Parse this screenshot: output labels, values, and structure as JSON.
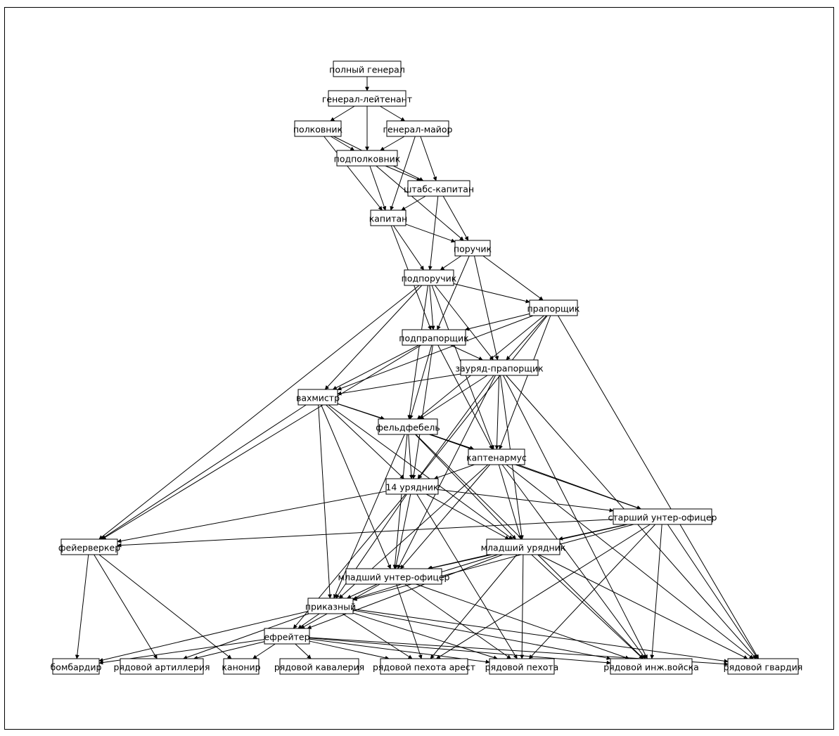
{
  "nodes": [
    {
      "id": "n1",
      "label": "полный генерал"
    },
    {
      "id": "n2",
      "label": "генерал-лейтенант"
    },
    {
      "id": "n3",
      "label": "полковник"
    },
    {
      "id": "n4",
      "label": "генерал-майор"
    },
    {
      "id": "n5",
      "label": "подполковник"
    },
    {
      "id": "n6",
      "label": "штабс-капитан"
    },
    {
      "id": "n7",
      "label": "капитан"
    },
    {
      "id": "n8",
      "label": "поручик"
    },
    {
      "id": "n9",
      "label": "подпоручик"
    },
    {
      "id": "n10",
      "label": "прапорщик"
    },
    {
      "id": "n11",
      "label": "подпрапорщик"
    },
    {
      "id": "n12",
      "label": "зауряд-прапорщик"
    },
    {
      "id": "n13",
      "label": "вахмистр"
    },
    {
      "id": "n14",
      "label": "фельдфебель"
    },
    {
      "id": "n15",
      "label": "каптенармус"
    },
    {
      "id": "n16",
      "label": "14 урядник"
    },
    {
      "id": "n17",
      "label": "старший унтер-офицер"
    },
    {
      "id": "n18",
      "label": "фейерверкер"
    },
    {
      "id": "n19",
      "label": "младший урядник"
    },
    {
      "id": "n20",
      "label": "младший унтер-офицер"
    },
    {
      "id": "n21",
      "label": "приказный"
    },
    {
      "id": "n22",
      "label": "ефрейтер"
    },
    {
      "id": "n23",
      "label": "бомбардир"
    },
    {
      "id": "n24",
      "label": "рядовой артиллерия"
    },
    {
      "id": "n25",
      "label": "канонир"
    },
    {
      "id": "n26",
      "label": "рядовой кавалерия"
    },
    {
      "id": "n27",
      "label": "рядовой пехота арест"
    },
    {
      "id": "n28",
      "label": "рядовой пехота"
    },
    {
      "id": "n29",
      "label": "рядовой инж.войска"
    },
    {
      "id": "n30",
      "label": "рядовой гвардия"
    }
  ],
  "edges": [
    [
      "n1",
      "n2"
    ],
    [
      "n2",
      "n3"
    ],
    [
      "n2",
      "n4"
    ],
    [
      "n2",
      "n5"
    ],
    [
      "n3",
      "n5"
    ],
    [
      "n3",
      "n6"
    ],
    [
      "n3",
      "n7"
    ],
    [
      "n4",
      "n5"
    ],
    [
      "n4",
      "n6"
    ],
    [
      "n4",
      "n7"
    ],
    [
      "n5",
      "n6"
    ],
    [
      "n5",
      "n7"
    ],
    [
      "n5",
      "n8"
    ],
    [
      "n6",
      "n7"
    ],
    [
      "n6",
      "n8"
    ],
    [
      "n6",
      "n9"
    ],
    [
      "n7",
      "n8"
    ],
    [
      "n7",
      "n9"
    ],
    [
      "n7",
      "n11"
    ],
    [
      "n8",
      "n9"
    ],
    [
      "n8",
      "n10"
    ],
    [
      "n8",
      "n11"
    ],
    [
      "n8",
      "n12"
    ],
    [
      "n9",
      "n10"
    ],
    [
      "n9",
      "n11"
    ],
    [
      "n9",
      "n12"
    ],
    [
      "n9",
      "n13"
    ],
    [
      "n9",
      "n14"
    ],
    [
      "n9",
      "n15"
    ],
    [
      "n9",
      "n18"
    ],
    [
      "n10",
      "n11"
    ],
    [
      "n10",
      "n12"
    ],
    [
      "n10",
      "n13"
    ],
    [
      "n10",
      "n14"
    ],
    [
      "n10",
      "n15"
    ],
    [
      "n10",
      "n16"
    ],
    [
      "n10",
      "n30"
    ],
    [
      "n11",
      "n12"
    ],
    [
      "n11",
      "n13"
    ],
    [
      "n11",
      "n14"
    ],
    [
      "n11",
      "n15"
    ],
    [
      "n11",
      "n16"
    ],
    [
      "n11",
      "n18"
    ],
    [
      "n12",
      "n13"
    ],
    [
      "n12",
      "n14"
    ],
    [
      "n12",
      "n15"
    ],
    [
      "n12",
      "n16"
    ],
    [
      "n12",
      "n19"
    ],
    [
      "n12",
      "n20"
    ],
    [
      "n12",
      "n29"
    ],
    [
      "n12",
      "n30"
    ],
    [
      "n13",
      "n14"
    ],
    [
      "n13",
      "n15"
    ],
    [
      "n13",
      "n16"
    ],
    [
      "n13",
      "n18"
    ],
    [
      "n13",
      "n19"
    ],
    [
      "n13",
      "n20"
    ],
    [
      "n13",
      "n21"
    ],
    [
      "n14",
      "n15"
    ],
    [
      "n14",
      "n16"
    ],
    [
      "n14",
      "n17"
    ],
    [
      "n14",
      "n19"
    ],
    [
      "n14",
      "n20"
    ],
    [
      "n14",
      "n21"
    ],
    [
      "n14",
      "n29"
    ],
    [
      "n15",
      "n16"
    ],
    [
      "n15",
      "n17"
    ],
    [
      "n15",
      "n19"
    ],
    [
      "n15",
      "n20"
    ],
    [
      "n15",
      "n21"
    ],
    [
      "n15",
      "n29"
    ],
    [
      "n15",
      "n30"
    ],
    [
      "n16",
      "n17"
    ],
    [
      "n16",
      "n18"
    ],
    [
      "n16",
      "n19"
    ],
    [
      "n16",
      "n20"
    ],
    [
      "n16",
      "n21"
    ],
    [
      "n16",
      "n22"
    ],
    [
      "n16",
      "n28"
    ],
    [
      "n17",
      "n18"
    ],
    [
      "n17",
      "n19"
    ],
    [
      "n17",
      "n20"
    ],
    [
      "n17",
      "n21"
    ],
    [
      "n17",
      "n27"
    ],
    [
      "n17",
      "n28"
    ],
    [
      "n17",
      "n29"
    ],
    [
      "n17",
      "n30"
    ],
    [
      "n18",
      "n23"
    ],
    [
      "n18",
      "n24"
    ],
    [
      "n18",
      "n25"
    ],
    [
      "n19",
      "n20"
    ],
    [
      "n19",
      "n21"
    ],
    [
      "n19",
      "n22"
    ],
    [
      "n19",
      "n27"
    ],
    [
      "n19",
      "n28"
    ],
    [
      "n19",
      "n29"
    ],
    [
      "n19",
      "n30"
    ],
    [
      "n20",
      "n21"
    ],
    [
      "n20",
      "n22"
    ],
    [
      "n20",
      "n27"
    ],
    [
      "n20",
      "n28"
    ],
    [
      "n20",
      "n29"
    ],
    [
      "n21",
      "n22"
    ],
    [
      "n21",
      "n23"
    ],
    [
      "n21",
      "n24"
    ],
    [
      "n21",
      "n27"
    ],
    [
      "n21",
      "n28"
    ],
    [
      "n21",
      "n29"
    ],
    [
      "n21",
      "n30"
    ],
    [
      "n22",
      "n23"
    ],
    [
      "n22",
      "n24"
    ],
    [
      "n22",
      "n25"
    ],
    [
      "n22",
      "n26"
    ],
    [
      "n22",
      "n27"
    ],
    [
      "n22",
      "n28"
    ],
    [
      "n22",
      "n29"
    ],
    [
      "n22",
      "n30"
    ]
  ]
}
